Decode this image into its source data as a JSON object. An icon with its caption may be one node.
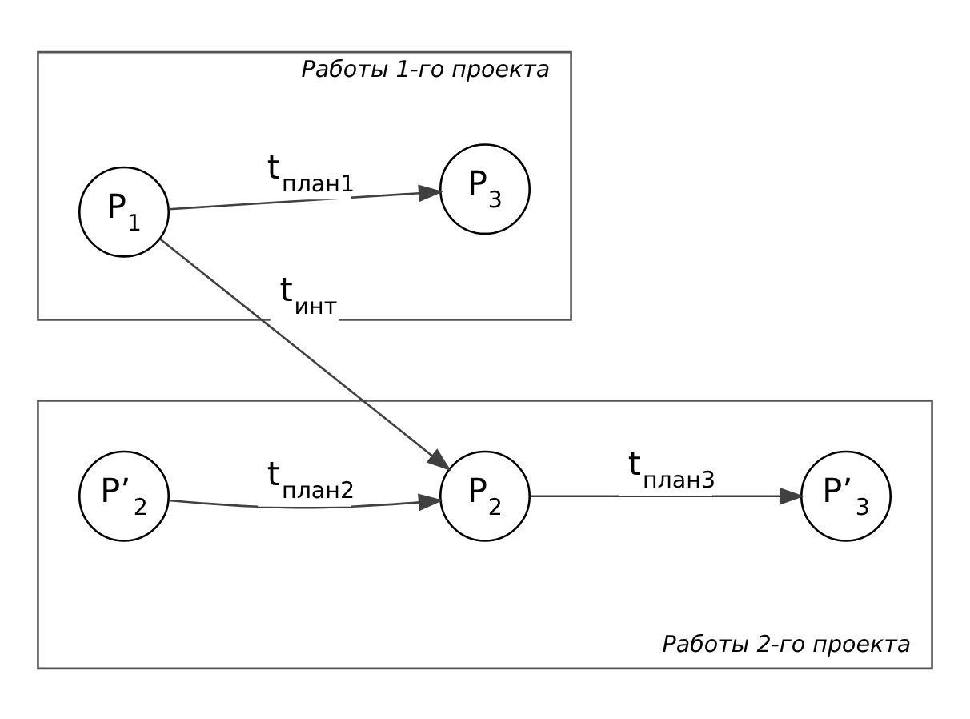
{
  "diagram": {
    "nodes": [
      {
        "text": [
          "Работы 1-го проекта"
        ]
      },
      {
        "text": [
          "P$_{1}$"
        ],
        "in": 0
      },
      {
        "text": [
          "P$_{3}$"
        ],
        "in": 0
      },
      {
        "text": [
          "Работы 2-го проекта"
        ]
      },
      {
        "text": [
          "P’$_{2}$"
        ],
        "in": 3
      },
      {
        "text": [
          "P$_{2}$"
        ],
        "in": 3
      },
      {
        "text": [
          "P’$_{3}$"
        ],
        "in": 3
      }
    ],
    "edges": [
      {
        "from": 1,
        "to": 2,
        "arrow": "to",
        "label": "t$_{план1}$"
      },
      {
        "from": 1,
        "to": 5,
        "arrow": "to",
        "label": "t$_{инт}$"
      },
      {
        "from": 4,
        "to": 5,
        "arrow": "to",
        "label": "t$_{план2}$"
      },
      {
        "from": 5,
        "to": 6,
        "arrow": "to",
        "label": "t$_{план3}$"
      }
    ]
  }
}
